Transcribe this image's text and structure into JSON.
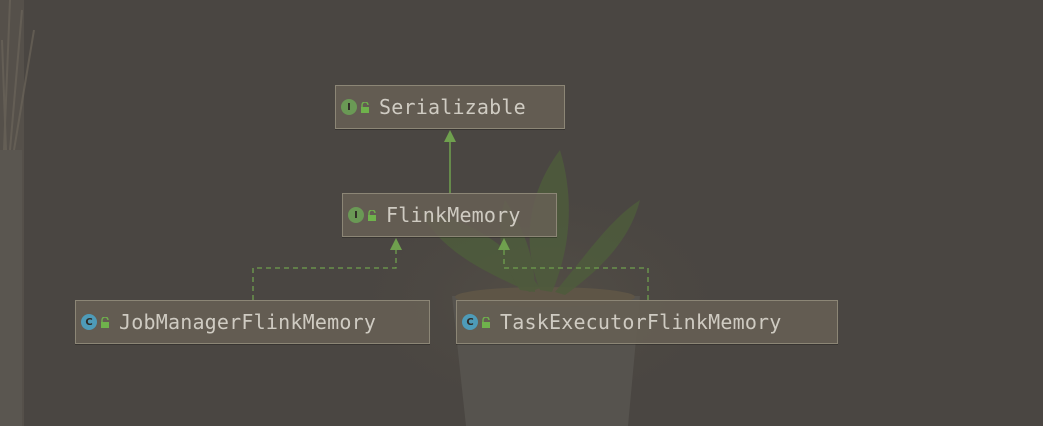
{
  "diagram": {
    "nodes": [
      {
        "id": "serializable",
        "kind": "interface",
        "badge": "I",
        "label": "Serializable"
      },
      {
        "id": "flinkmemory",
        "kind": "interface",
        "badge": "I",
        "label": "FlinkMemory"
      },
      {
        "id": "jobmanager",
        "kind": "class",
        "badge": "C",
        "label": "JobManagerFlinkMemory"
      },
      {
        "id": "taskexecutor",
        "kind": "class",
        "badge": "C",
        "label": "TaskExecutorFlinkMemory"
      }
    ],
    "edges": [
      {
        "from": "flinkmemory",
        "to": "serializable",
        "type": "extends"
      },
      {
        "from": "jobmanager",
        "to": "flinkmemory",
        "type": "implements"
      },
      {
        "from": "taskexecutor",
        "to": "flinkmemory",
        "type": "implements"
      }
    ]
  },
  "colors": {
    "interface_badge": "#6a9955",
    "class_badge": "#4e9bb8",
    "access_lock": "#6fb24c",
    "edge": "#6fa04e"
  },
  "icons": {
    "interface": "interface-icon",
    "class": "class-icon",
    "access": "public-access-lock-icon"
  }
}
